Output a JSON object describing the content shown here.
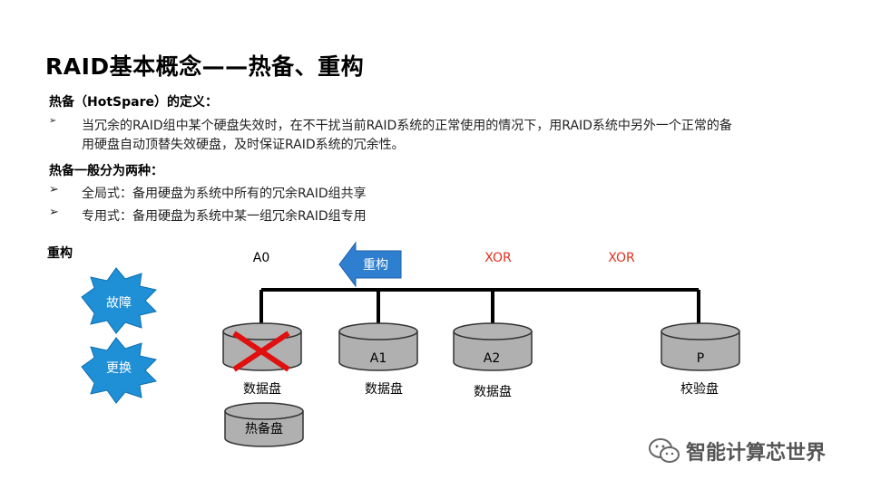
{
  "title": "RAID基本概念——热备、重构",
  "definition": {
    "heading": "热备（HotSpare）的定义：",
    "bullet_text_line1": "当冗余的RAID组中某个硬盘失效时，在不干扰当前RAID系统的正常使用的情况下，用RAID系统中另外一个正常的备",
    "bullet_text_line2": "用硬盘自动顶替失效硬盘，及时保证RAID系统的冗余性。"
  },
  "types": {
    "heading": "热备一般分为两种：",
    "items": [
      "全局式：备用硬盘为系统中所有的冗余RAID组共享",
      "专用式：备用硬盘为系统中某一组冗余RAID组专用"
    ]
  },
  "rebuild": {
    "heading": "重构",
    "burst_fault": "故障",
    "burst_replace": "更换",
    "arrow_label": "重构",
    "top_labels": [
      "A0",
      "XOR",
      "XOR"
    ],
    "disks": [
      {
        "name": "",
        "caption": "数据盘",
        "failed": true
      },
      {
        "name": "A1",
        "caption": "数据盘",
        "failed": false
      },
      {
        "name": "A2",
        "caption": "数据盘",
        "failed": false
      },
      {
        "name": "P",
        "caption": "校验盘",
        "failed": false
      }
    ],
    "hot_spare": "热备盘"
  },
  "watermark": "智能计算芯世界",
  "colors": {
    "burst": "#1f8fd6",
    "arrow": "#2f7fd0",
    "xor_red": "#e03020",
    "cross_red": "#e01010",
    "disk_fill": "#b0b0b0",
    "bus": "#000000"
  }
}
